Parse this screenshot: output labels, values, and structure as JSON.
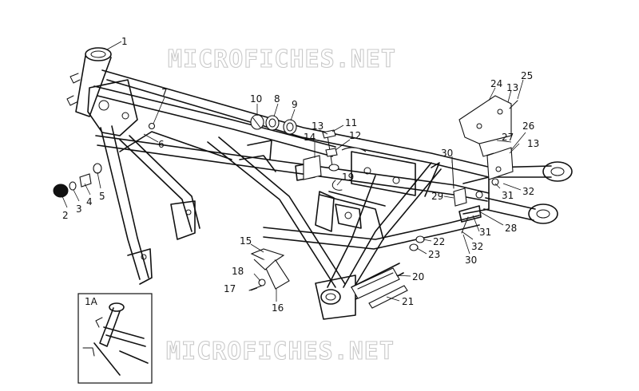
{
  "watermark": "MICROFICHES.NET",
  "inset_label": "1A",
  "callouts": [
    "1",
    "2",
    "3",
    "4",
    "5",
    "6",
    "7",
    "8",
    "9",
    "10",
    "11",
    "12",
    "13",
    "14",
    "15",
    "16",
    "17",
    "18",
    "19",
    "20",
    "21",
    "22",
    "23",
    "24",
    "25",
    "26",
    "27",
    "28",
    "29",
    "30",
    "31",
    "32"
  ]
}
